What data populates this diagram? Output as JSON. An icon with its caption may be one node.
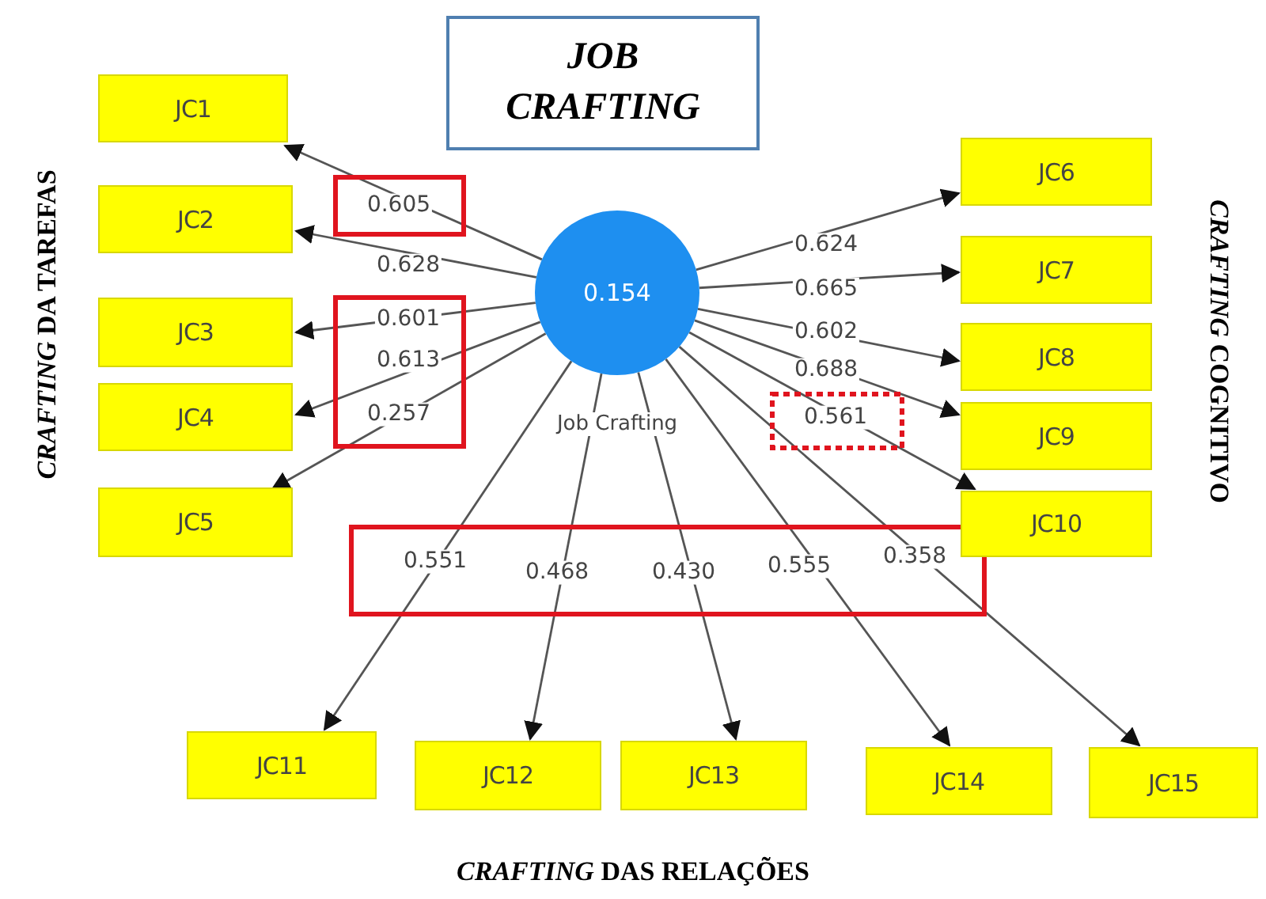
{
  "diagram": {
    "nodes": [
      {
        "text": [
          "JOB CRAFTING"
        ]
      },
      {
        "text": [
          "0.154"
        ],
        "beside": [
          "Job Crafting"
        ]
      },
      {
        "text": [
          "JC1"
        ]
      },
      {
        "text": [
          "JC2"
        ]
      },
      {
        "text": [
          "JC3"
        ]
      },
      {
        "text": [
          "JC4"
        ]
      },
      {
        "text": [
          "JC5"
        ]
      },
      {
        "text": [
          "JC6"
        ]
      },
      {
        "text": [
          "JC7"
        ]
      },
      {
        "text": [
          "JC8"
        ]
      },
      {
        "text": [
          "JC9"
        ]
      },
      {
        "text": [
          "JC10"
        ]
      },
      {
        "text": [
          "JC11"
        ]
      },
      {
        "text": [
          "JC12"
        ]
      },
      {
        "text": [
          "JC13"
        ]
      },
      {
        "text": [
          "JC14"
        ]
      },
      {
        "text": [
          "JC15"
        ]
      }
    ],
    "edges": [
      {
        "from": 1,
        "to": 2,
        "arrow": "to",
        "label": "0.605"
      },
      {
        "from": 1,
        "to": 3,
        "arrow": "to",
        "label": "0.628"
      },
      {
        "from": 1,
        "to": 4,
        "arrow": "to",
        "label": "0.601"
      },
      {
        "from": 1,
        "to": 5,
        "arrow": "to",
        "label": "0.613"
      },
      {
        "from": 1,
        "to": 6,
        "arrow": "to",
        "label": "0.257"
      },
      {
        "from": 1,
        "to": 7,
        "arrow": "to",
        "label": "0.624"
      },
      {
        "from": 1,
        "to": 8,
        "arrow": "to",
        "label": "0.665"
      },
      {
        "from": 1,
        "to": 9,
        "arrow": "to",
        "label": "0.602"
      },
      {
        "from": 1,
        "to": 10,
        "arrow": "to",
        "label": "0.688"
      },
      {
        "from": 1,
        "to": 11,
        "arrow": "to",
        "label": "0.561"
      },
      {
        "from": 1,
        "to": 12,
        "arrow": "to",
        "label": "0.551"
      },
      {
        "from": 1,
        "to": 13,
        "arrow": "to",
        "label": "0.468"
      },
      {
        "from": 1,
        "to": 14,
        "arrow": "to",
        "label": "0.430"
      },
      {
        "from": 1,
        "to": 15,
        "arrow": "to",
        "label": "0.555"
      },
      {
        "from": 1,
        "to": 16,
        "arrow": "to",
        "label": "0.358"
      }
    ],
    "labels": [
      "*CRAFTING* DA TAREFAS",
      "*CRAFTING* COGNITIVO",
      "*CRAFTING* DAS RELAÇÕES"
    ]
  }
}
